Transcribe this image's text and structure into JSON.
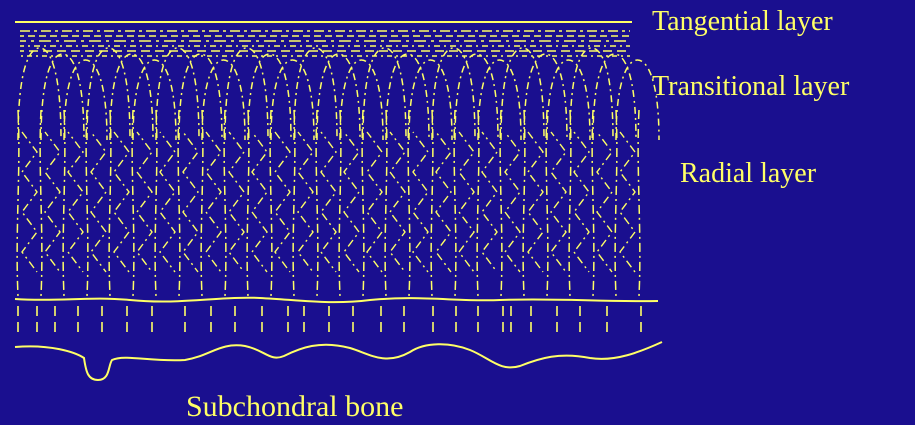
{
  "colors": {
    "background": "#1a0f8f",
    "line": "#ffff66"
  },
  "labels": {
    "tangential": "Tangential layer",
    "transitional": "Transitional layer",
    "radial": "Radial layer",
    "bone": "Subchondral bone"
  }
}
